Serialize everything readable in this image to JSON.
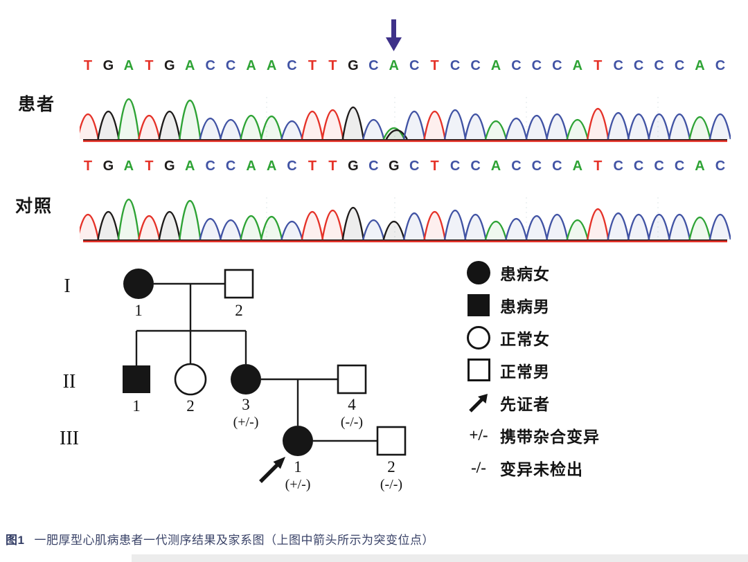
{
  "base_colors": {
    "A": "#2ea335",
    "T": "#e53228",
    "G": "#1e1b1a",
    "C": "#4153a4"
  },
  "mutation_arrow": {
    "name": "down-arrow",
    "color": "#3e3189",
    "marks_base_index": 15
  },
  "traces": [
    {
      "label": "患者",
      "sequence": "TGATGACCAACTTGCACTCCACCCATCCCCAC",
      "heights": [
        36,
        40,
        58,
        34,
        40,
        56,
        30,
        28,
        34,
        33,
        26,
        40,
        42,
        46,
        28,
        16,
        40,
        40,
        42,
        36,
        26,
        30,
        34,
        36,
        28,
        44,
        38,
        36,
        36,
        36,
        32,
        36
      ],
      "het": {
        "index": 15,
        "secondary_base": "G",
        "secondary_height": 13
      }
    },
    {
      "label": "对照",
      "sequence": "TGATGACCAACTTGCGCTCCACCCATCCCCAC",
      "heights": [
        36,
        40,
        58,
        34,
        40,
        56,
        30,
        28,
        34,
        33,
        26,
        40,
        42,
        46,
        28,
        26,
        38,
        40,
        42,
        36,
        26,
        30,
        34,
        36,
        28,
        44,
        38,
        36,
        36,
        36,
        32,
        36
      ],
      "het": null
    }
  ],
  "pedigree": {
    "generations": [
      "I",
      "II",
      "III"
    ],
    "labels": {
      "I1": "1",
      "I2": "2",
      "II1": "1",
      "II2": "2",
      "II3": "3",
      "II4": "4",
      "III1": "1",
      "III2": "2",
      "II3_gt": "(+/-)",
      "II4_gt": "(-/-)",
      "III1_gt": "(+/-)",
      "III2_gt": "(-/-)"
    }
  },
  "legend": {
    "items": [
      {
        "symbol": "filled-circle",
        "label": "患病女"
      },
      {
        "symbol": "filled-square",
        "label": "患病男"
      },
      {
        "symbol": "open-circle",
        "label": "正常女"
      },
      {
        "symbol": "open-square",
        "label": "正常男"
      },
      {
        "symbol": "arrow",
        "label": "先证者"
      },
      {
        "symbol": "+/-",
        "label": "携带杂合变异"
      },
      {
        "symbol": "-/-",
        "label": "变异未检出"
      }
    ]
  },
  "caption": {
    "tag": "图1",
    "text": "一肥厚型心肌病患者一代测序结果及家系图（上图中箭头所示为突变位点）"
  }
}
